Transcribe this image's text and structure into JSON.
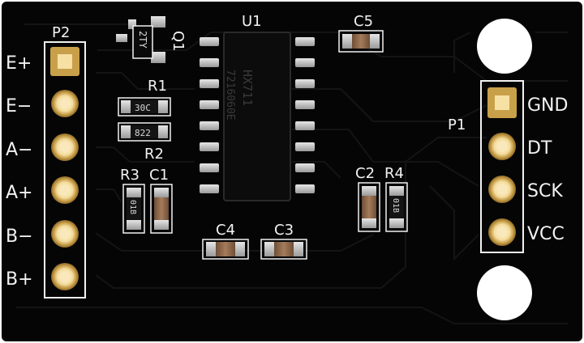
{
  "board": {
    "pcb_color": "#050505",
    "trace_color": "#141414",
    "silk_color": "#f2f2f2",
    "pad_color": "#c9a04a"
  },
  "connectors": {
    "p2": {
      "label": "P2",
      "pins": [
        "E+",
        "E−",
        "A−",
        "A+",
        "B−",
        "B+"
      ]
    },
    "p1": {
      "label": "P1",
      "pins": [
        "GND",
        "DT",
        "SCK",
        "VCC"
      ]
    }
  },
  "chip": {
    "designator": "U1",
    "marking_line1": "HX711",
    "marking_line2": "7216060E"
  },
  "components": {
    "q1": {
      "designator": "Q1",
      "marking": "2TY"
    },
    "r1": {
      "designator": "R1",
      "marking": "30C"
    },
    "r2": {
      "designator": "R2",
      "marking": "822"
    },
    "r3": {
      "designator": "R3",
      "marking": "01B"
    },
    "r4": {
      "designator": "R4",
      "marking": "01B"
    },
    "c1": {
      "designator": "C1"
    },
    "c2": {
      "designator": "C2"
    },
    "c3": {
      "designator": "C3"
    },
    "c4": {
      "designator": "C4"
    },
    "c5": {
      "designator": "C5"
    }
  }
}
